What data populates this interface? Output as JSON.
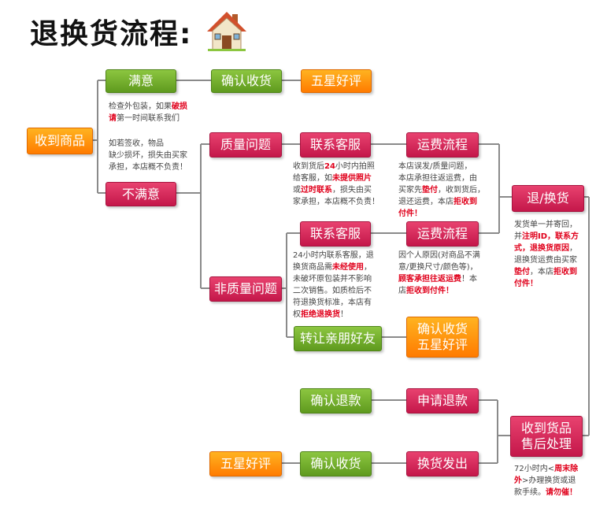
{
  "title": "退换货流程:",
  "nodes": {
    "start": "收到商品",
    "satisfied": "满意",
    "confirm1": "确认收货",
    "review1": "五星好评",
    "unsatisfied": "不满意",
    "quality": "质量问题",
    "cs1": "联系客服",
    "ship1": "运费流程",
    "return": "退/换货",
    "cs2": "联系客服",
    "ship2": "运费流程",
    "nonquality": "非质量问题",
    "gift": "转让亲朋好友",
    "confirm2a": "确认收货",
    "confirm2b": "五星好评",
    "confirm_refund": "确认退款",
    "apply_refund": "申请退款",
    "after_sale_a": "收到货品",
    "after_sale_b": "售后处理",
    "review2": "五星好评",
    "confirm3": "确认收货",
    "exchange": "换货发出"
  },
  "notes": {
    "n1": [
      "检查外包装，如果",
      "破损",
      "请",
      "第一时间联系我们"
    ],
    "n2": [
      "如若签收，物品",
      "缺少损坏，损失由买家",
      "承担，本店概不负责！"
    ],
    "n3": [
      "收到货后",
      "24",
      "小时内拍照",
      "给客服，如",
      "未提供照片",
      "或",
      "过时联系",
      "，损失由买",
      "家承担，本店概不负责！"
    ],
    "n4": [
      "本店误发/质量问题，",
      "本店承担往返运费，由",
      "买家先",
      "垫付",
      "，收到货后，",
      "退还运费，本店",
      "拒收到",
      "付件！"
    ],
    "n5": [
      "发货单一并寄回，",
      "并",
      "注明ID，联系方",
      "式，退换货原因",
      "，",
      "退换货运费由买家",
      "垫付",
      "，本店",
      "拒收到",
      "付件！"
    ],
    "n6": [
      "24小时内联系客服，退",
      "换货商品需",
      "未经使用",
      "，",
      "未破坏原包装并不影响",
      "二次销售。如质检后不",
      "符退换货标准，本店有",
      "权",
      "拒绝退换货",
      "！"
    ],
    "n7": [
      "因个人原因(对商品不满",
      "意/更换尺寸/颜色等)，",
      "顾客承担往返运费",
      "！本",
      "店",
      "拒收到付件！"
    ],
    "n8": [
      "72小时内<",
      "周末除",
      "外",
      ">办理换货或退",
      "款手续。",
      "请勿催！"
    ]
  },
  "colors": {
    "green": "#6fac2a",
    "orange": "#ff8a00",
    "pink": "#d42458",
    "line": "#888888",
    "red": "#e0001b"
  },
  "icons": {
    "house": "house-icon"
  }
}
